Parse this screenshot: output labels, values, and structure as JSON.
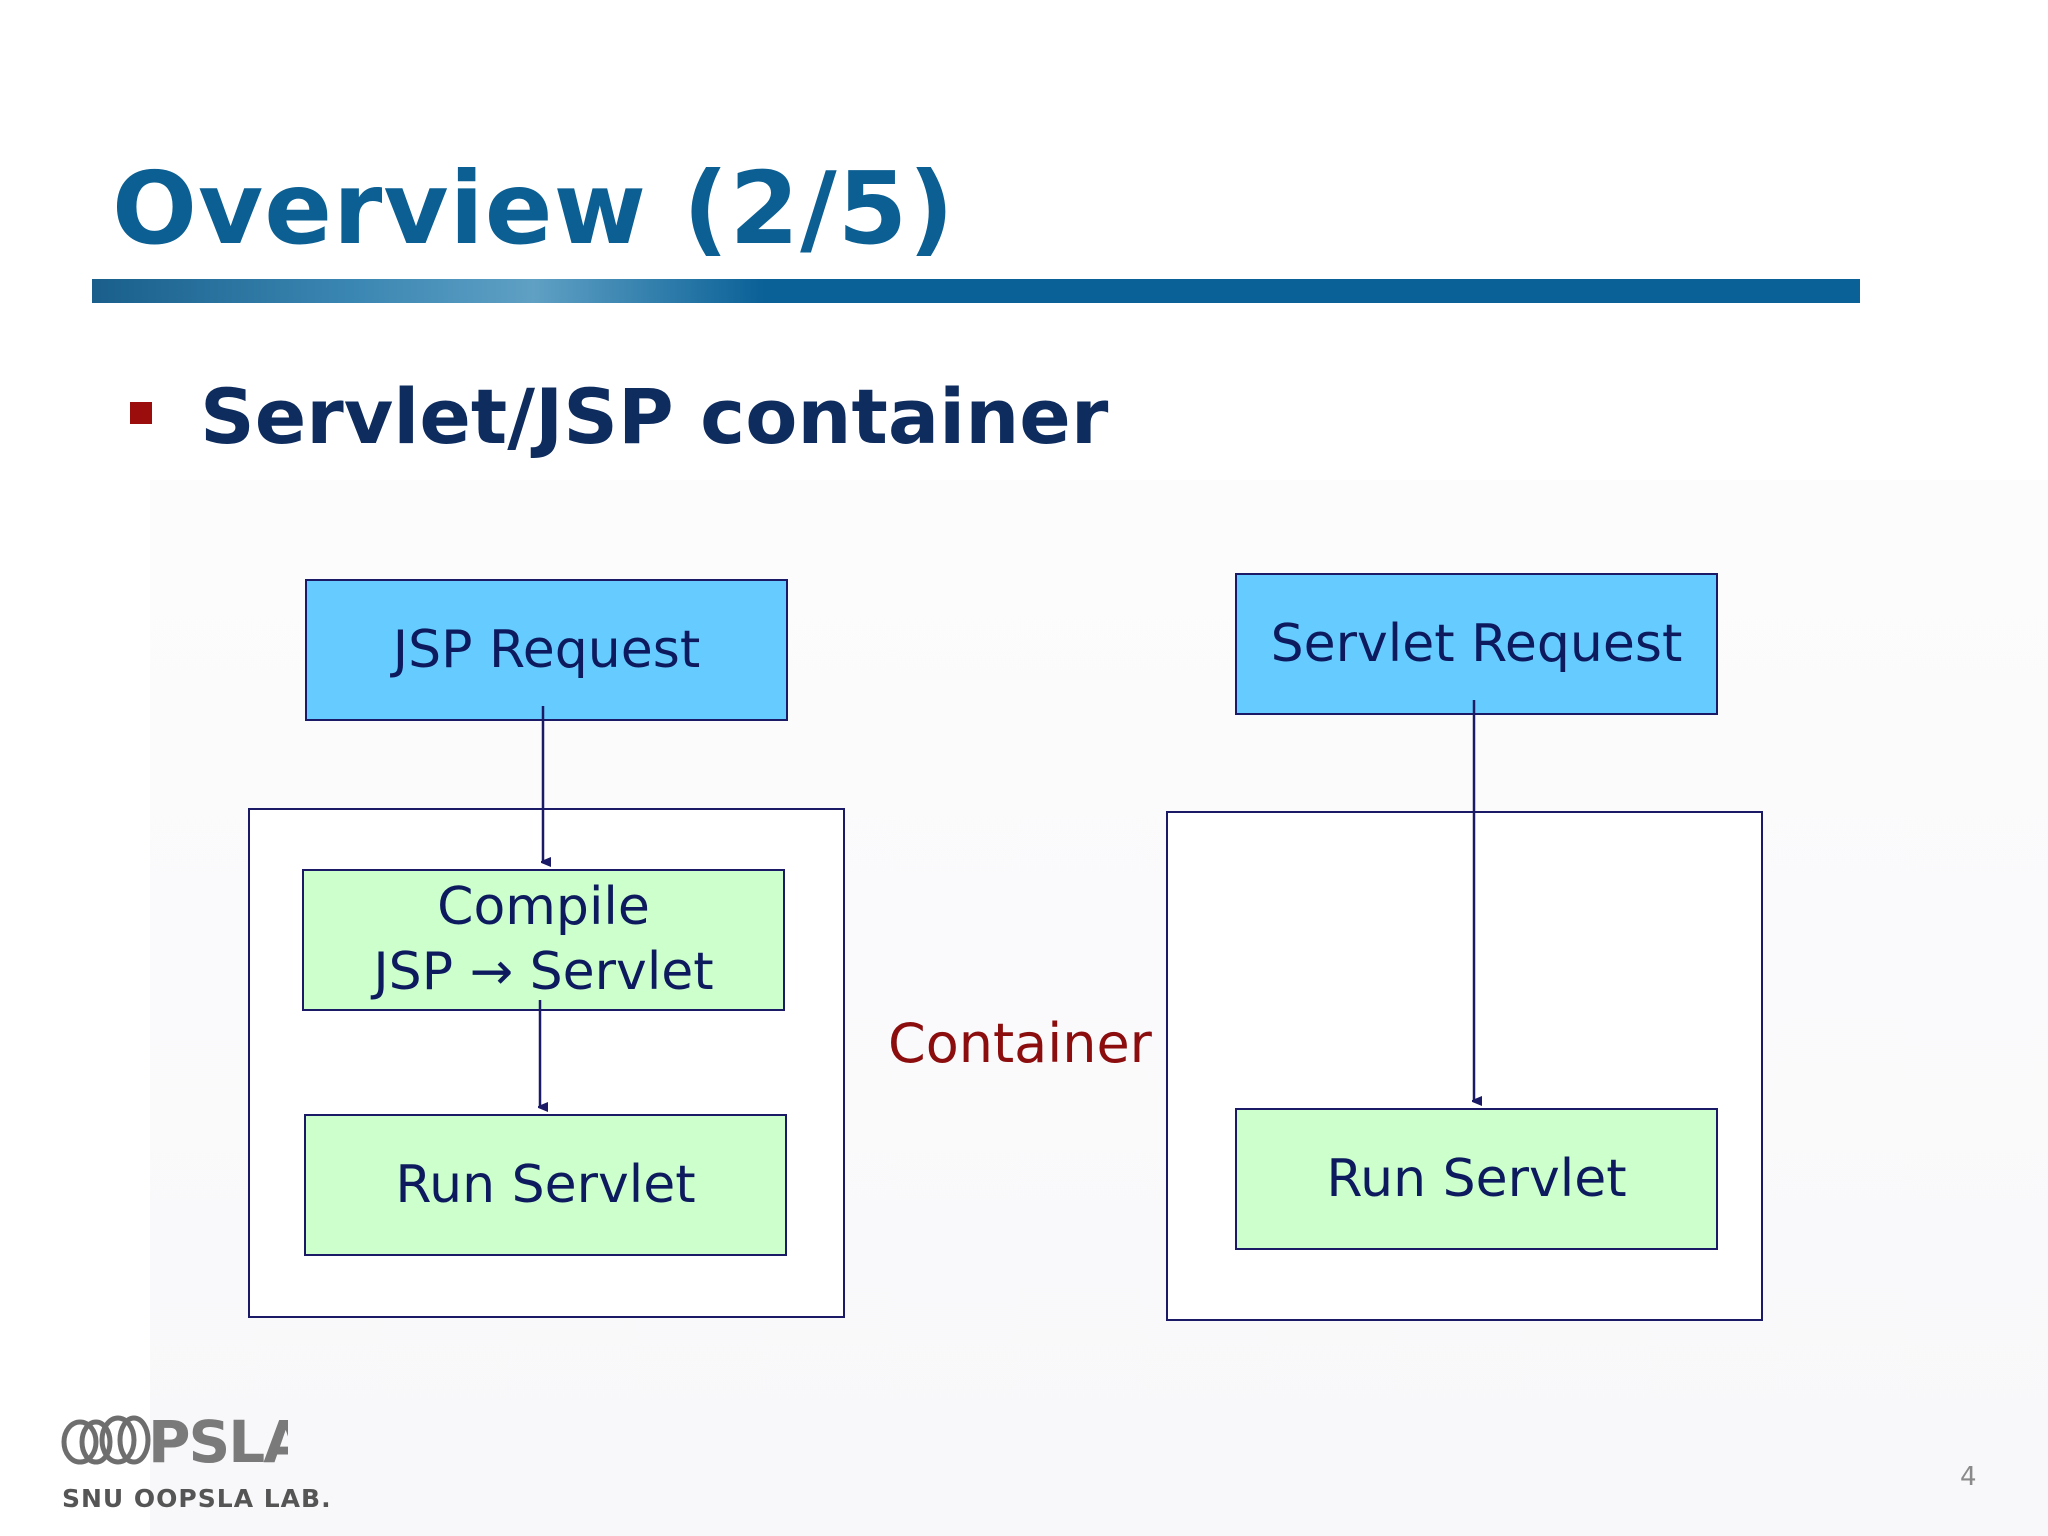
{
  "slide": {
    "title": "Overview (2/5)",
    "bullet": "Servlet/JSP container",
    "page_number": "4"
  },
  "diagram": {
    "container_label": "Container",
    "left_flow": {
      "request": "JSP Request",
      "compile_line1": "Compile",
      "compile_line2": "JSP → Servlet",
      "run": "Run Servlet"
    },
    "right_flow": {
      "request": "Servlet Request",
      "run": "Run Servlet"
    }
  },
  "footer": {
    "logo_text": "OOPSLA",
    "logo_caption": "SNU OOPSLA LAB."
  },
  "colors": {
    "title": "#0b5f93",
    "bullet_marker": "#9b0d0d",
    "request_box": "#66ccff",
    "process_box": "#ccffcc",
    "container_label": "#8b0d0d",
    "lines": "#1a1a66"
  }
}
